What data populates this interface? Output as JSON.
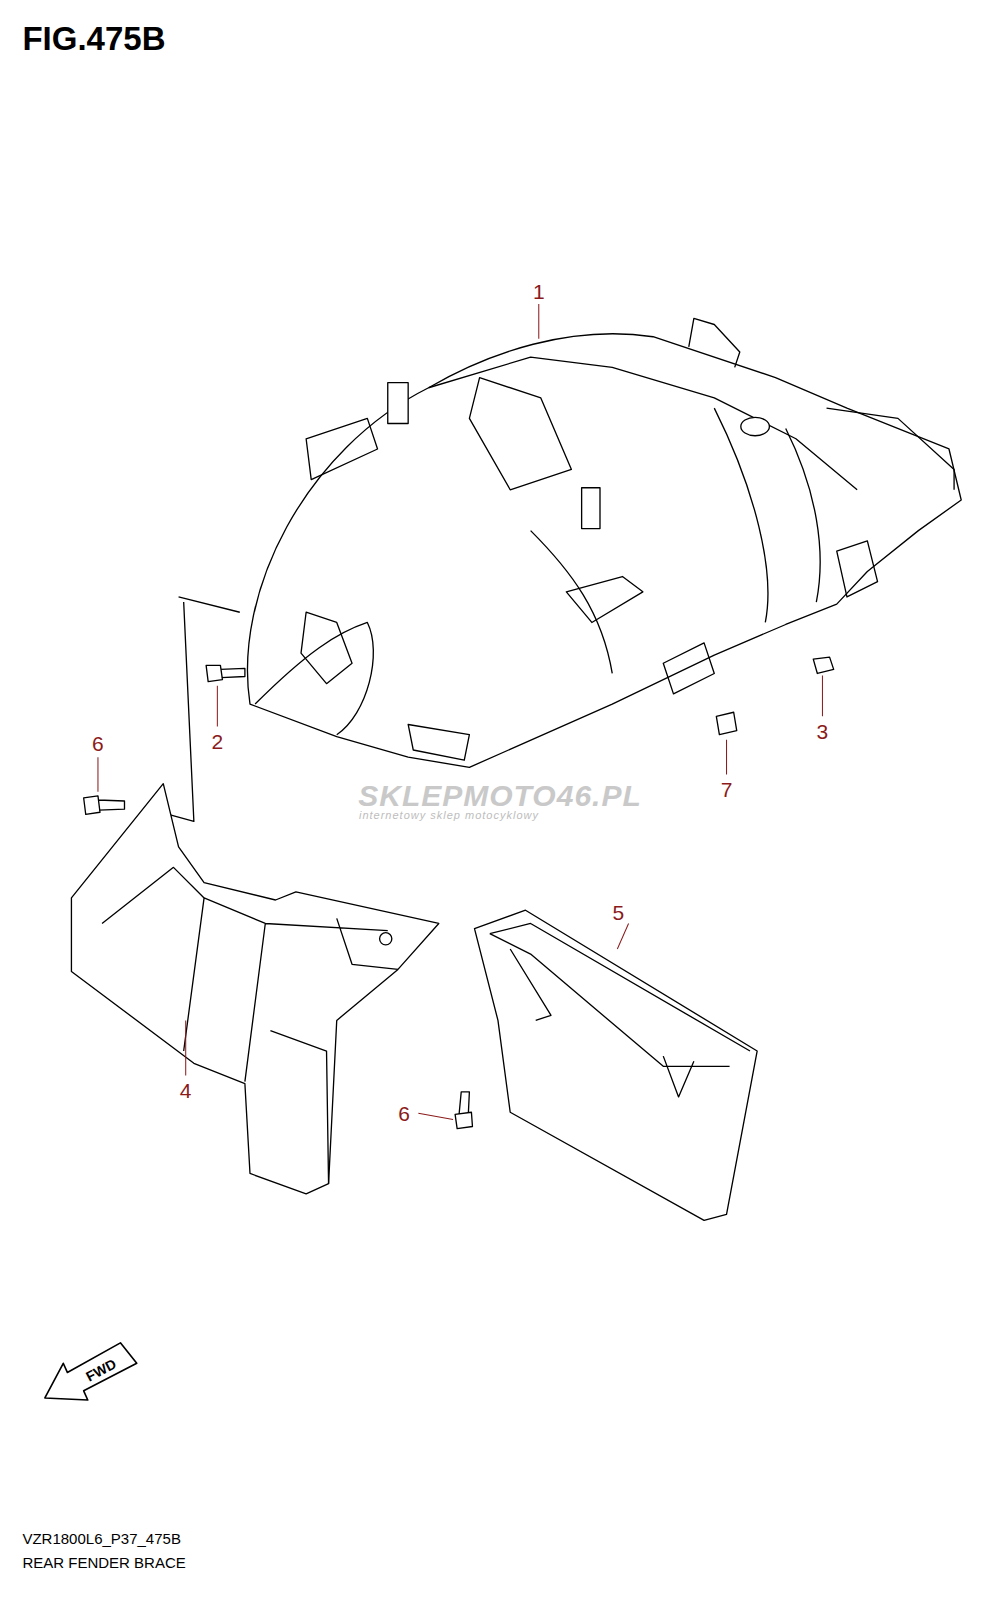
{
  "diagram": {
    "title": "FIG.475B",
    "labels": [
      "1",
      "2",
      "3",
      "7",
      "6",
      "4",
      "5",
      "6",
      "SKLEPMOTO46.PL",
      "internetowy sklep motocyklowy",
      "FWD",
      "VZR1800L6_P37_475B",
      "REAR FENDER BRACE"
    ]
  }
}
